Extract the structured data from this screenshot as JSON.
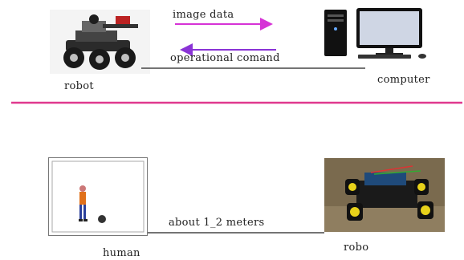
{
  "top_diagram": {
    "robot_label": "robot",
    "computer_label": "computer",
    "arrow_forward_label": "image data",
    "arrow_back_label": "operational comand",
    "arrow_color": "#d633d6",
    "arrow_back_color": "#8a33d6"
  },
  "divider": {
    "color": "#e0398e"
  },
  "bottom_diagram": {
    "human_label": "human",
    "robo_label": "robo",
    "distance_label": "about 1_2 meters"
  }
}
